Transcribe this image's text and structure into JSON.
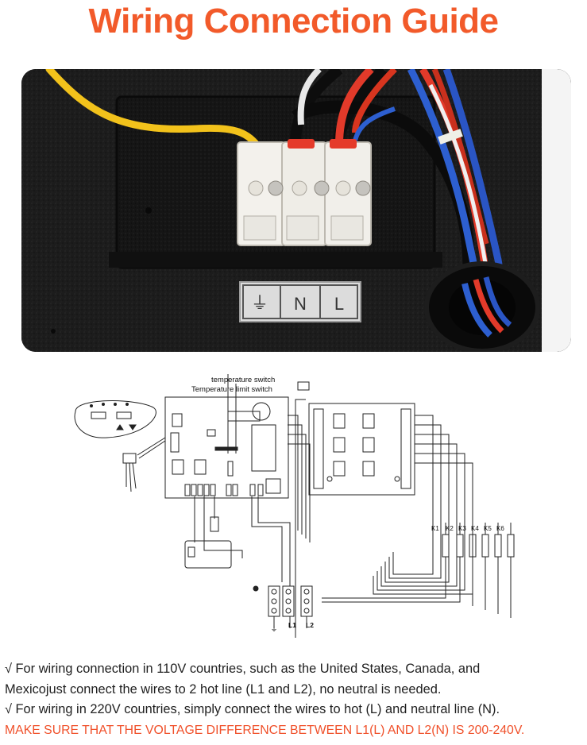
{
  "title": "Wiring Connection Guide",
  "photo": {
    "terminal_labels": [
      "⏚",
      "N",
      "L"
    ]
  },
  "diagram": {
    "label_temp_switch": "temperature switch",
    "label_temp_limit_switch": "Temperature limit switch",
    "relay_labels": [
      "K1",
      "K2",
      "K3",
      "K4",
      "K5",
      "K6"
    ],
    "terminal_labels": [
      "⏚",
      "L1",
      "L2"
    ]
  },
  "notes": {
    "line1": "√ For wiring connection in 110V countries, such as the United States, Canada, and",
    "line2": "Mexicojust connect the wires to 2 hot line (L1 and L2), no neutral is needed.",
    "line3": "√ For wiring in 220V countries, simply connect the wires to hot (L) and neutral line (N).",
    "warning": "MAKE SURE THAT THE VOLTAGE DIFFERENCE BETWEEN L1(L) AND L2(N) IS 200-240V."
  },
  "colors": {
    "title": "#f25a2a",
    "warning": "#f0502a",
    "wire_yellow": "#f2c21b",
    "wire_red": "#e23a2a",
    "wire_blue": "#2d5fd0",
    "wire_black": "#111111",
    "wire_white": "#eeeeee"
  }
}
